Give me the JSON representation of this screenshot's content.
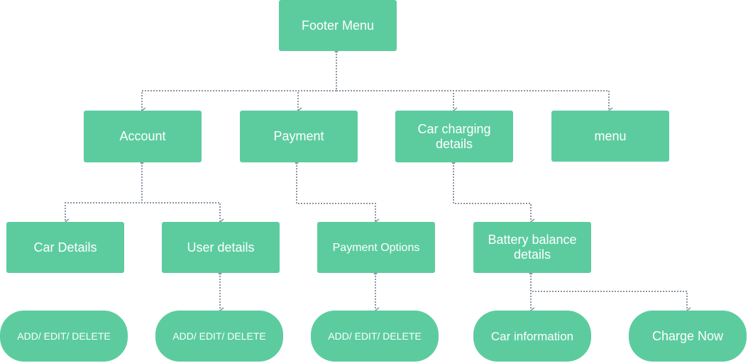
{
  "diagram": {
    "root": "Footer Menu",
    "level1": {
      "account": "Account",
      "payment": "Payment",
      "car_charging": "Car charging details",
      "menu": "menu"
    },
    "level2": {
      "car_details": "Car Details",
      "user_details": "User details",
      "payment_options": "Payment Options",
      "battery_balance": "Battery balance details"
    },
    "level3": {
      "user_crud": "ADD/ EDIT/ DELETE",
      "car_crud": "ADD/ EDIT/ DELETE",
      "payment_crud": "ADD/ EDIT/ DELETE",
      "car_information": "Car information",
      "charge_now": "Charge Now"
    },
    "colors": {
      "node_fill": "#5ccc9f",
      "node_text": "#ffffff",
      "connector": "#8a96a3"
    }
  }
}
